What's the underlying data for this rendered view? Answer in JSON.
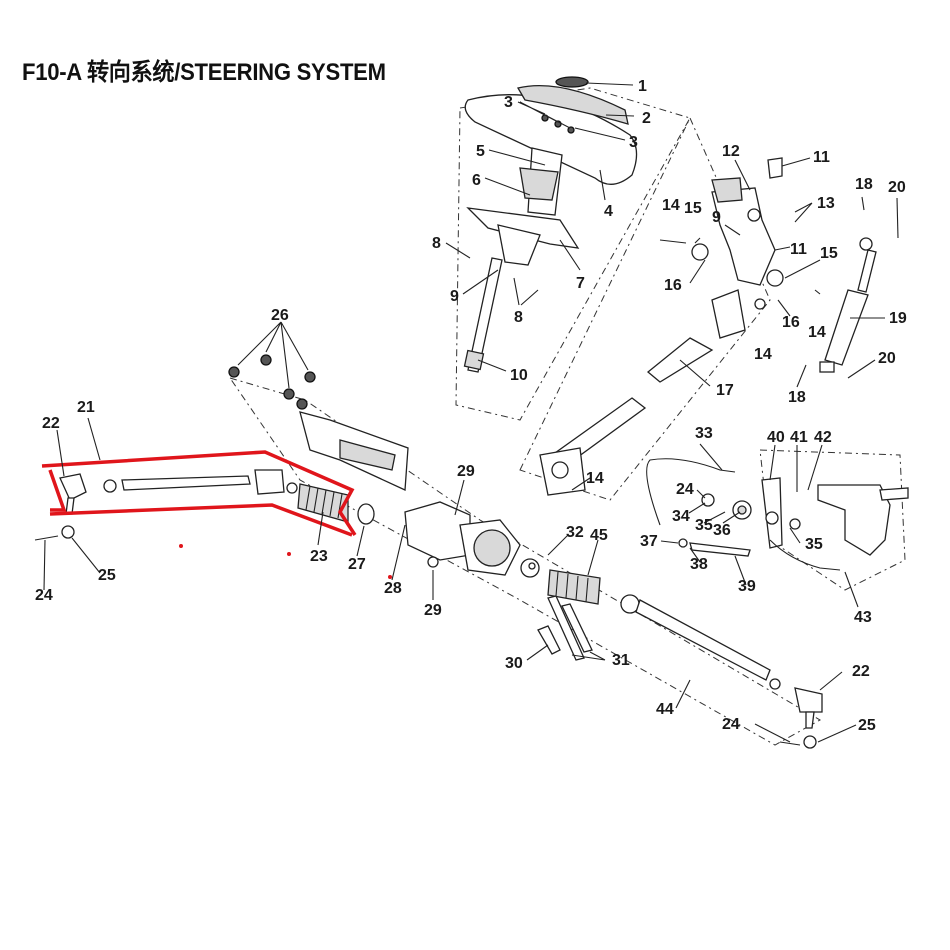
{
  "title": "F10-A 转向系统/STEERING SYSTEM",
  "callouts": [
    {
      "id": "c1",
      "text": "1"
    },
    {
      "id": "c2",
      "text": "2"
    },
    {
      "id": "c3a",
      "text": "3"
    },
    {
      "id": "c3b",
      "text": "3"
    },
    {
      "id": "c4",
      "text": "4"
    },
    {
      "id": "c5",
      "text": "5"
    },
    {
      "id": "c6",
      "text": "6"
    },
    {
      "id": "c7",
      "text": "7"
    },
    {
      "id": "c8a",
      "text": "8"
    },
    {
      "id": "c8b",
      "text": "8"
    },
    {
      "id": "c9a",
      "text": "9"
    },
    {
      "id": "c9b",
      "text": "9"
    },
    {
      "id": "c10",
      "text": "10"
    },
    {
      "id": "c11a",
      "text": "11"
    },
    {
      "id": "c11b",
      "text": "11"
    },
    {
      "id": "c12",
      "text": "12"
    },
    {
      "id": "c13",
      "text": "13"
    },
    {
      "id": "c14a",
      "text": "14"
    },
    {
      "id": "c14b",
      "text": "14"
    },
    {
      "id": "c14c",
      "text": "14"
    },
    {
      "id": "c14d",
      "text": "14"
    },
    {
      "id": "c15a",
      "text": "15"
    },
    {
      "id": "c15b",
      "text": "15"
    },
    {
      "id": "c16a",
      "text": "16"
    },
    {
      "id": "c16b",
      "text": "16"
    },
    {
      "id": "c17",
      "text": "17"
    },
    {
      "id": "c18a",
      "text": "18"
    },
    {
      "id": "c18b",
      "text": "18"
    },
    {
      "id": "c19",
      "text": "19"
    },
    {
      "id": "c20a",
      "text": "20"
    },
    {
      "id": "c20b",
      "text": "20"
    },
    {
      "id": "c21",
      "text": "21"
    },
    {
      "id": "c22a",
      "text": "22"
    },
    {
      "id": "c22b",
      "text": "22"
    },
    {
      "id": "c23",
      "text": "23"
    },
    {
      "id": "c24a",
      "text": "24"
    },
    {
      "id": "c24b",
      "text": "24"
    },
    {
      "id": "c24c",
      "text": "24"
    },
    {
      "id": "c25a",
      "text": "25"
    },
    {
      "id": "c25b",
      "text": "25"
    },
    {
      "id": "c26",
      "text": "26"
    },
    {
      "id": "c27",
      "text": "27"
    },
    {
      "id": "c28",
      "text": "28"
    },
    {
      "id": "c29a",
      "text": "29"
    },
    {
      "id": "c29b",
      "text": "29"
    },
    {
      "id": "c30",
      "text": "30"
    },
    {
      "id": "c31",
      "text": "31"
    },
    {
      "id": "c32",
      "text": "32"
    },
    {
      "id": "c33",
      "text": "33"
    },
    {
      "id": "c34",
      "text": "34"
    },
    {
      "id": "c35a",
      "text": "35"
    },
    {
      "id": "c35b",
      "text": "35"
    },
    {
      "id": "c36",
      "text": "36"
    },
    {
      "id": "c37",
      "text": "37"
    },
    {
      "id": "c38",
      "text": "38"
    },
    {
      "id": "c39",
      "text": "39"
    },
    {
      "id": "c40",
      "text": "40"
    },
    {
      "id": "c41",
      "text": "41"
    },
    {
      "id": "c42",
      "text": "42"
    },
    {
      "id": "c43",
      "text": "43"
    },
    {
      "id": "c44",
      "text": "44"
    },
    {
      "id": "c45",
      "text": "45"
    }
  ],
  "highlight_color": "#e0151b",
  "line_color": "#222222"
}
